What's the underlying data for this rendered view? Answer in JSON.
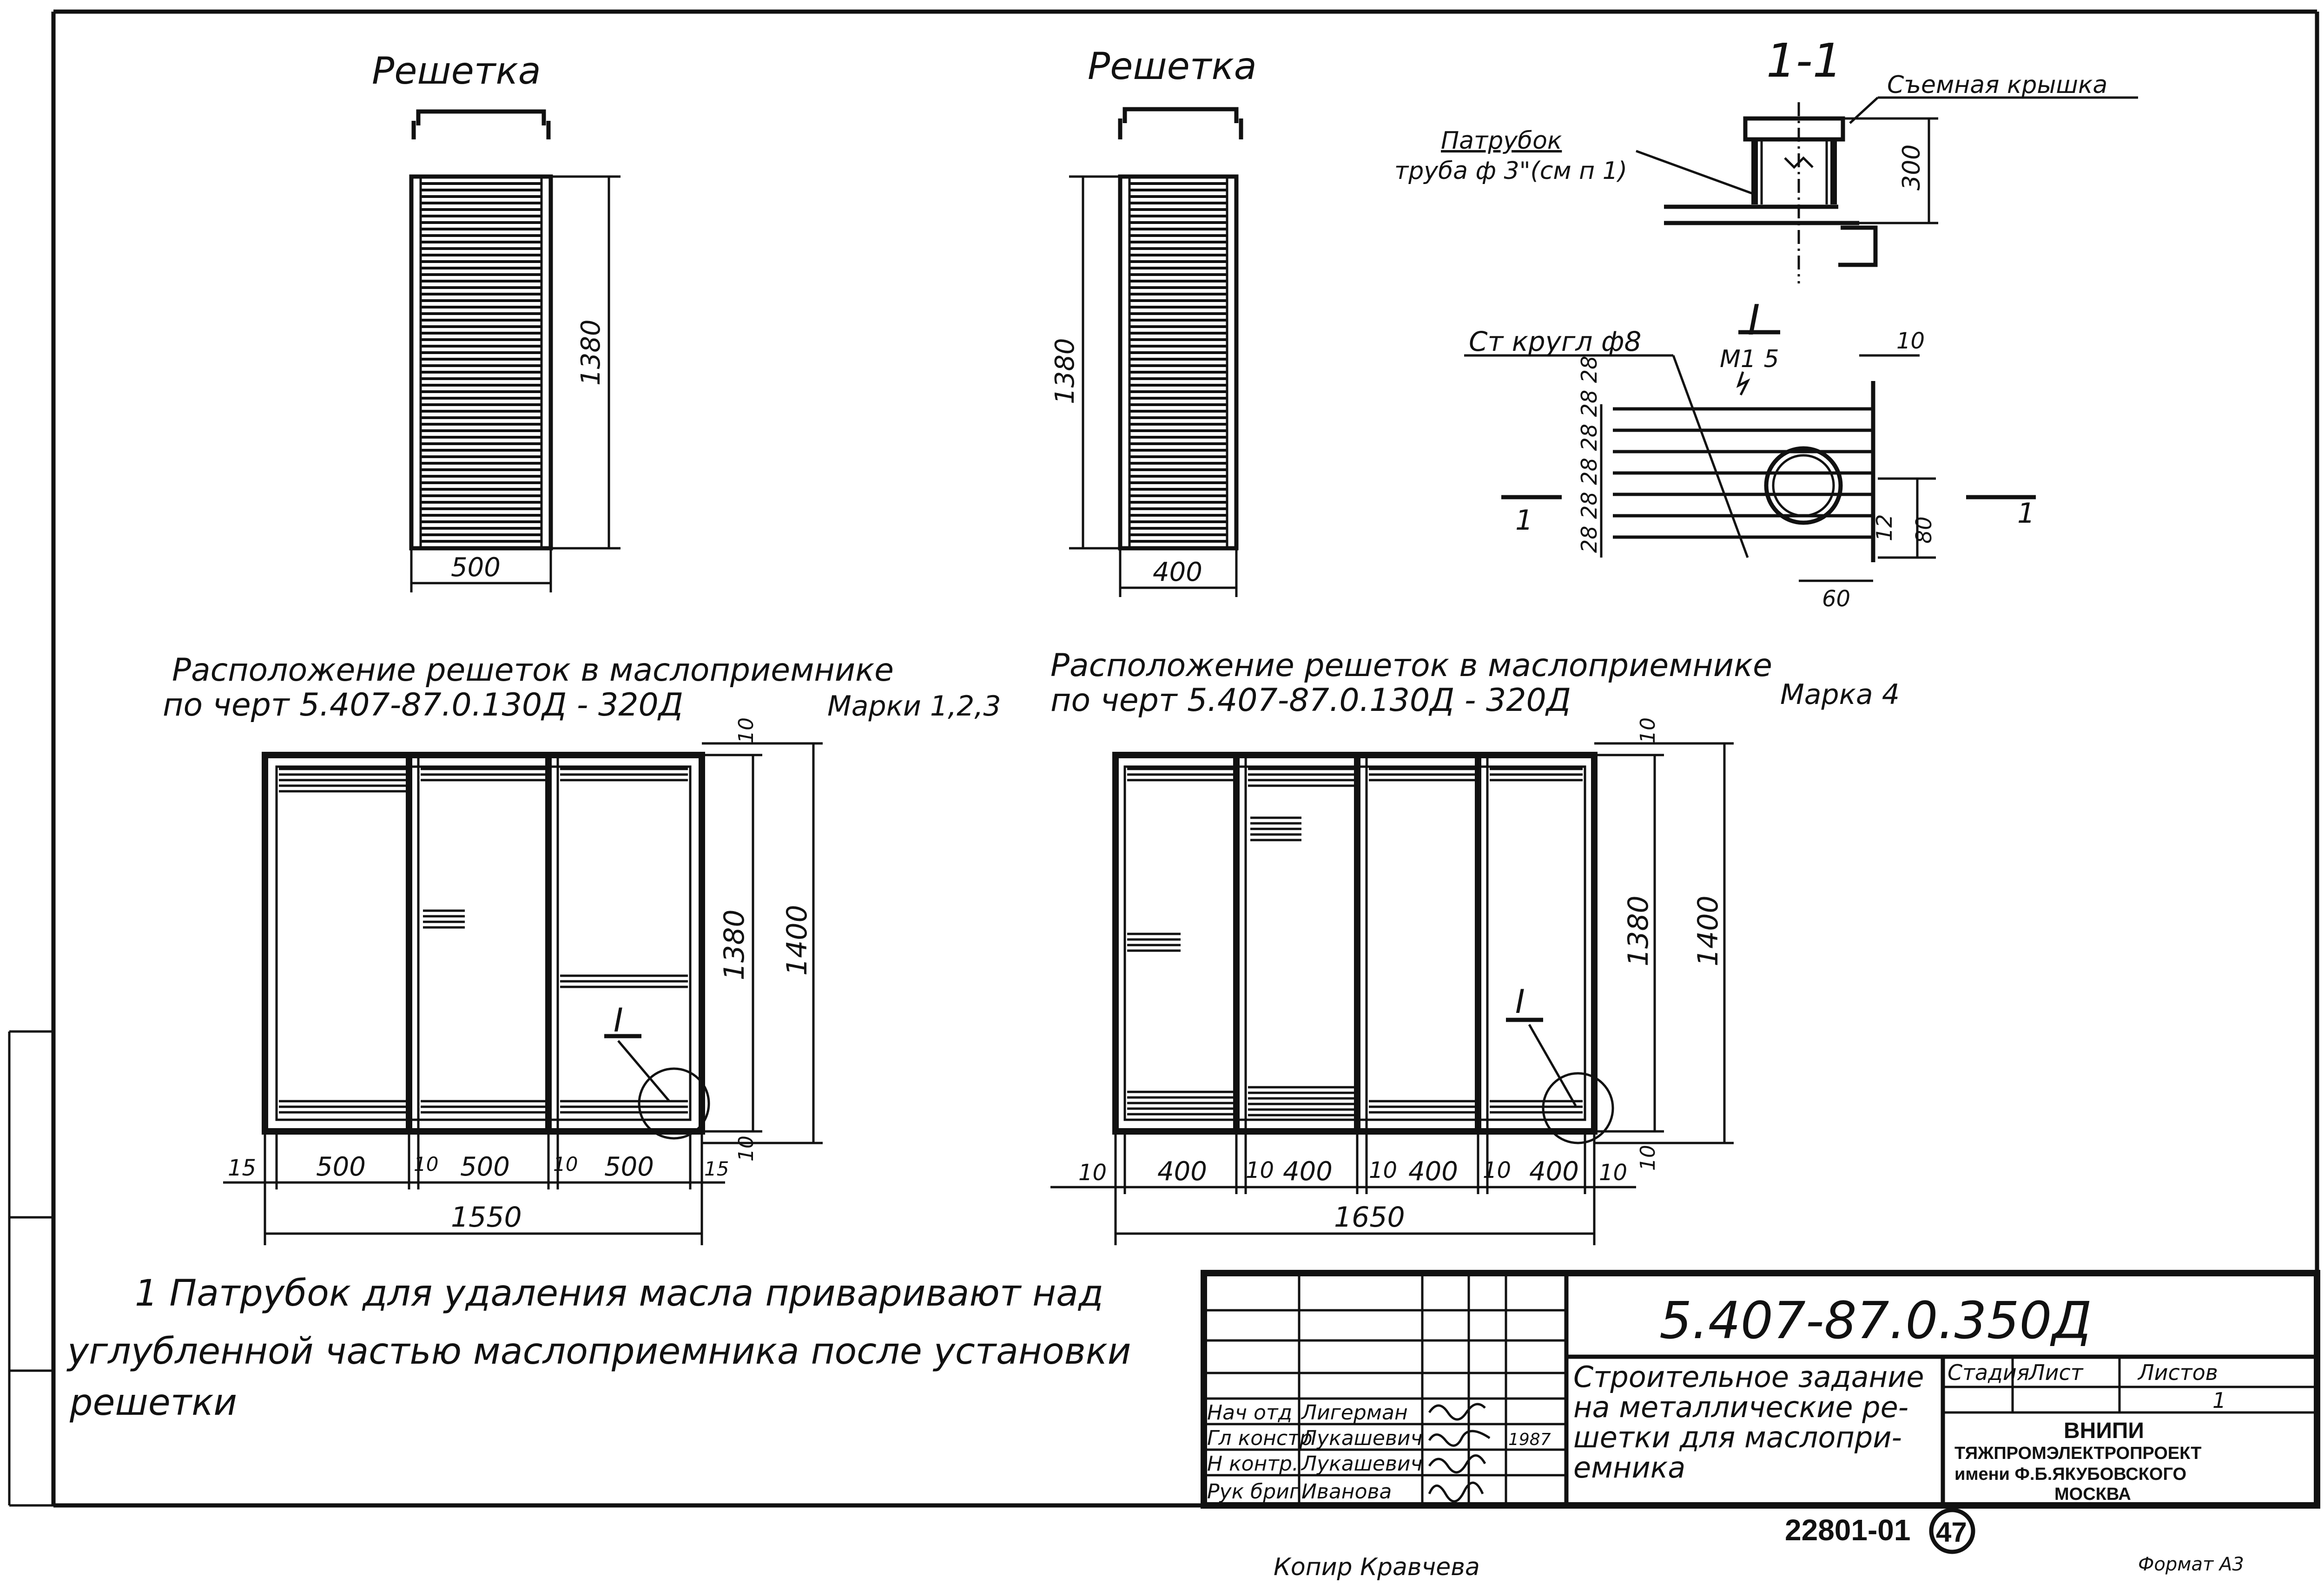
{
  "grate_left": {
    "title": "Решетка",
    "width_dim": "500",
    "height_dim": "1380"
  },
  "grate_right": {
    "title": "Решетка",
    "width_dim": "400",
    "height_dim": "1380"
  },
  "section": {
    "title": "1-1",
    "cover_label": "Съемная крышка",
    "pipe_label_1": "Патрубок",
    "pipe_label_2": "труба ф 3\"(см п 1)",
    "height_dim": "300"
  },
  "detail": {
    "title": "I",
    "rod_label": "Ст кругл ф8",
    "weld_label": "М1 5",
    "dim_10": "10",
    "dim_pitch": "28 28 28 28 28 28",
    "dim_12": "12",
    "dim_80": "80",
    "dim_60": "60",
    "cut_mark": "1"
  },
  "layout_left": {
    "title_1": "Расположение решеток в маслоприемнике",
    "title_2": "по черт 5.407-87.0.130Д - 320Д",
    "marks": "Марки 1,2,3",
    "dims_bottom": [
      "15",
      "500",
      "10",
      "500",
      "10",
      "500",
      "15"
    ],
    "total": "1550",
    "dim_1380": "1380",
    "dim_1400": "1400",
    "dim_10_top": "10",
    "dim_10_bot": "10",
    "callout": "I"
  },
  "layout_right": {
    "title_1": "Расположение решеток в маслоприемнике",
    "title_2": "по черт 5.407-87.0.130Д - 320Д",
    "marks": "Марка 4",
    "dims_bottom": [
      "10",
      "400",
      "10",
      "400",
      "10",
      "400",
      "10",
      "400",
      "10"
    ],
    "total": "1650",
    "dim_1380": "1380",
    "dim_1400": "1400",
    "dim_10_top": "10",
    "dim_10_bot": "10",
    "callout": "I"
  },
  "note": {
    "line_1": "1 Патрубок для удаления масла приваривают над",
    "line_2": "углубленной частью маслоприемника после установки",
    "line_3": "решетки"
  },
  "title_block": {
    "doc_number": "5.407-87.0.350Д",
    "description_1": "Строительное задание",
    "description_2": "на металлические ре-",
    "description_3": "шетки для маслопри-",
    "description_4": "емника",
    "stage_label": "Стадия",
    "sheet_label": "Лист",
    "sheets_label": "Листов",
    "sheets_value": "1",
    "org_1": "ВНИПИ",
    "org_2": "ТЯЖПРОМЭЛЕКТРОПРОЕКТ",
    "org_3": "имени Ф.Б.ЯКУБОВСКОГО",
    "org_4": "МОСКВА",
    "roles": [
      {
        "role": "Нач отд",
        "name": "Лигерман"
      },
      {
        "role": "Гл констр",
        "name": "Лукашевич"
      },
      {
        "role": "Н контр.",
        "name": "Лукашевич"
      },
      {
        "role": "Рук бриг",
        "name": "Иванова"
      }
    ],
    "date": "1987"
  },
  "footer": {
    "inv_number": "22801-01",
    "page_number": "47",
    "copied_by": "Копир Кравчева",
    "format_note": "Формат А3"
  }
}
